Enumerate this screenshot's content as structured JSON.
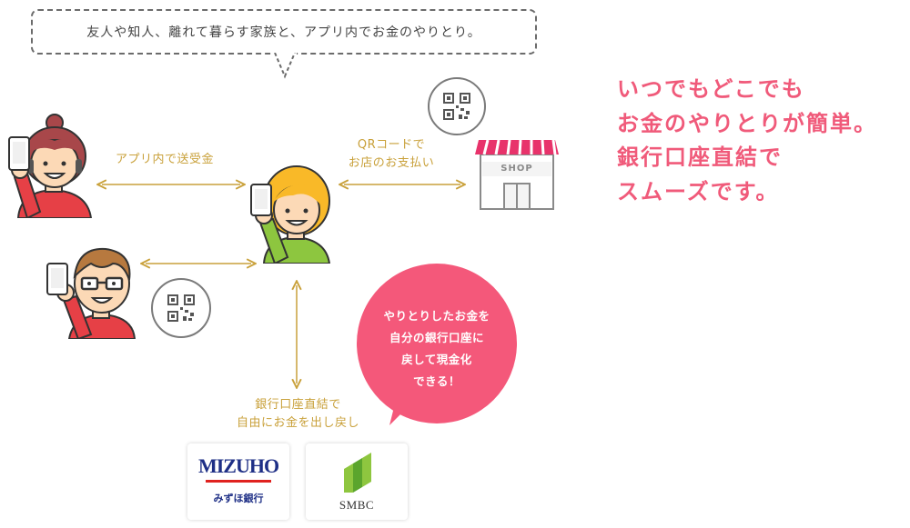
{
  "speech_bubble": {
    "text": "友人や知人、離れて暮らす家族と、アプリ内でお金のやりとり。"
  },
  "labels": {
    "app_transfer": "アプリ内で送受金",
    "qr_line1": "QRコードで",
    "qr_line2": "お店のお支払い",
    "bank_line1": "銀行口座直結で",
    "bank_line2": "自由にお金を出し戻し"
  },
  "headline": {
    "lines": [
      "いつでもどこでも",
      "お金のやりとりが簡単。",
      "銀行口座直結で",
      "スムーズです。"
    ]
  },
  "pink_bubble": {
    "lines": [
      "やりとりしたお金を",
      "自分の銀行口座に",
      "戻して現金化",
      "できる！"
    ]
  },
  "shop": {
    "sign": "SHOP"
  },
  "banks": {
    "mizuho": {
      "logo": "MIZUHO",
      "sub": "みずほ銀行"
    },
    "smbc": {
      "logo": "SMBC"
    }
  },
  "colors": {
    "accent_pink": "#f05a7a",
    "bubble_pink": "#f4587a",
    "label_gold": "#c9a13b",
    "line_gray": "#6b6b6b"
  },
  "icons": [
    "qr-code-icon",
    "shop-icon",
    "smbc-logo-icon"
  ]
}
